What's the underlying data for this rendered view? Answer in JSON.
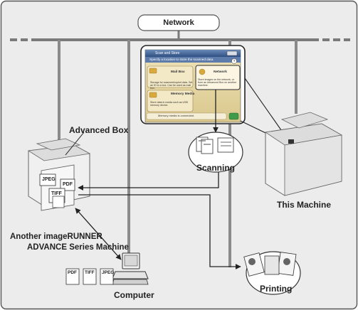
{
  "network": {
    "label": "Network"
  },
  "labels": {
    "advanced_box": "Advanced Box",
    "scanning": "Scanning",
    "this_machine": "This Machine",
    "another_line1": "Another imageRUNNER",
    "another_line2": "ADVANCE Series Machine",
    "computer": "Computer",
    "printing": "Printing"
  },
  "screen": {
    "title": "Scan and Store",
    "instruction": "Specify a location to store the scanned data.",
    "options": [
      {
        "label": "Mail Box",
        "description": "Storage for scanned/copied data. Set an ID to a box. Can be used as mail box."
      },
      {
        "label": "Network",
        "description": "Store images on the network, or from an Advanced Box on another machine."
      },
      {
        "label": "Memory Media",
        "description": "Store data in media such as USB memory device."
      }
    ],
    "status": "Memory media is connected."
  },
  "docs": {
    "box": [
      "JPEG",
      "PDF",
      "TIFF"
    ],
    "computer": [
      "PDF",
      "TIFF",
      "JPEG"
    ]
  }
}
